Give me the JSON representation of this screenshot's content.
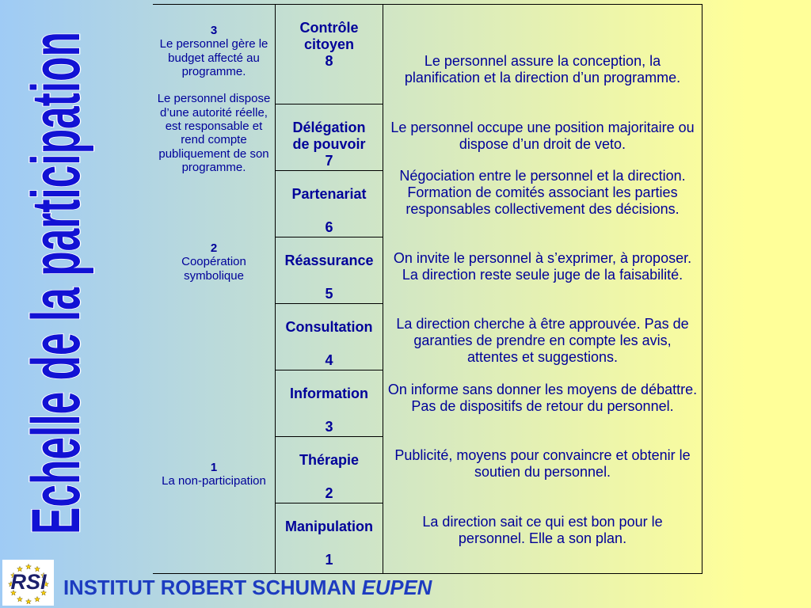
{
  "title": "Echelle de la participation",
  "levels": [
    {
      "number": "3",
      "paragraphs": [
        [
          "Le personnel gère le",
          "budget affecté au",
          "programme."
        ],
        [
          "Le personnel dispose",
          "d’une autorité réelle,",
          "est responsable et",
          "rend compte",
          "publiquement de son",
          "programme."
        ]
      ]
    },
    {
      "number": "2",
      "paragraphs": [
        [
          "Coopération",
          "symbolique"
        ]
      ]
    },
    {
      "number": "1",
      "paragraphs": [
        [
          "La non-participation"
        ]
      ]
    }
  ],
  "rungs": [
    {
      "name": [
        "Contrôle",
        "citoyen"
      ],
      "number": "8",
      "description": [
        "Le personnel assure la conception, la",
        "planification et la direction d’un programme."
      ]
    },
    {
      "name": [
        "Délégation",
        "de pouvoir"
      ],
      "number": "7",
      "description": [
        "Le personnel occupe une position majoritaire ou",
        "dispose d’un droit de veto."
      ]
    },
    {
      "name": [
        "Partenariat"
      ],
      "number": "6",
      "description": [
        "Négociation entre le personnel et la direction.",
        "Formation de comités associant les parties",
        "responsables collectivement des décisions."
      ]
    },
    {
      "name": [
        "Réassurance"
      ],
      "number": "5",
      "description": [
        "On invite le personnel à s’exprimer, à proposer.",
        "La direction reste seule juge de la faisabilité."
      ]
    },
    {
      "name": [
        "Consultation"
      ],
      "number": "4",
      "description": [
        "La direction cherche à être approuvée. Pas de",
        "garanties de prendre en compte les avis,",
        "attentes et suggestions."
      ]
    },
    {
      "name": [
        "Information"
      ],
      "number": "3",
      "description": [
        "On informe sans donner les moyens de débattre.",
        "Pas de dispositifs de retour du personnel."
      ]
    },
    {
      "name": [
        "Thérapie"
      ],
      "number": "2",
      "description": [
        "Publicité, moyens pour convaincre et obtenir le",
        "soutien du personnel."
      ]
    },
    {
      "name": [
        "Manipulation"
      ],
      "number": "1",
      "description": [
        "La direction sait ce qui est bon pour le",
        "personnel. Elle a son plan."
      ]
    }
  ],
  "footer": {
    "logo_text": "RSI",
    "institute": "INSTITUT ROBERT SCHUMAN",
    "city": "EUPEN"
  },
  "colors": {
    "title": "#1212d4",
    "text": "#000099",
    "footer": "#1d3cc0",
    "background_left": "#9fcbf5",
    "background_right": "#ffff99",
    "logo_stars": "#ffd200",
    "logo_letters": "#1b1f6b"
  }
}
